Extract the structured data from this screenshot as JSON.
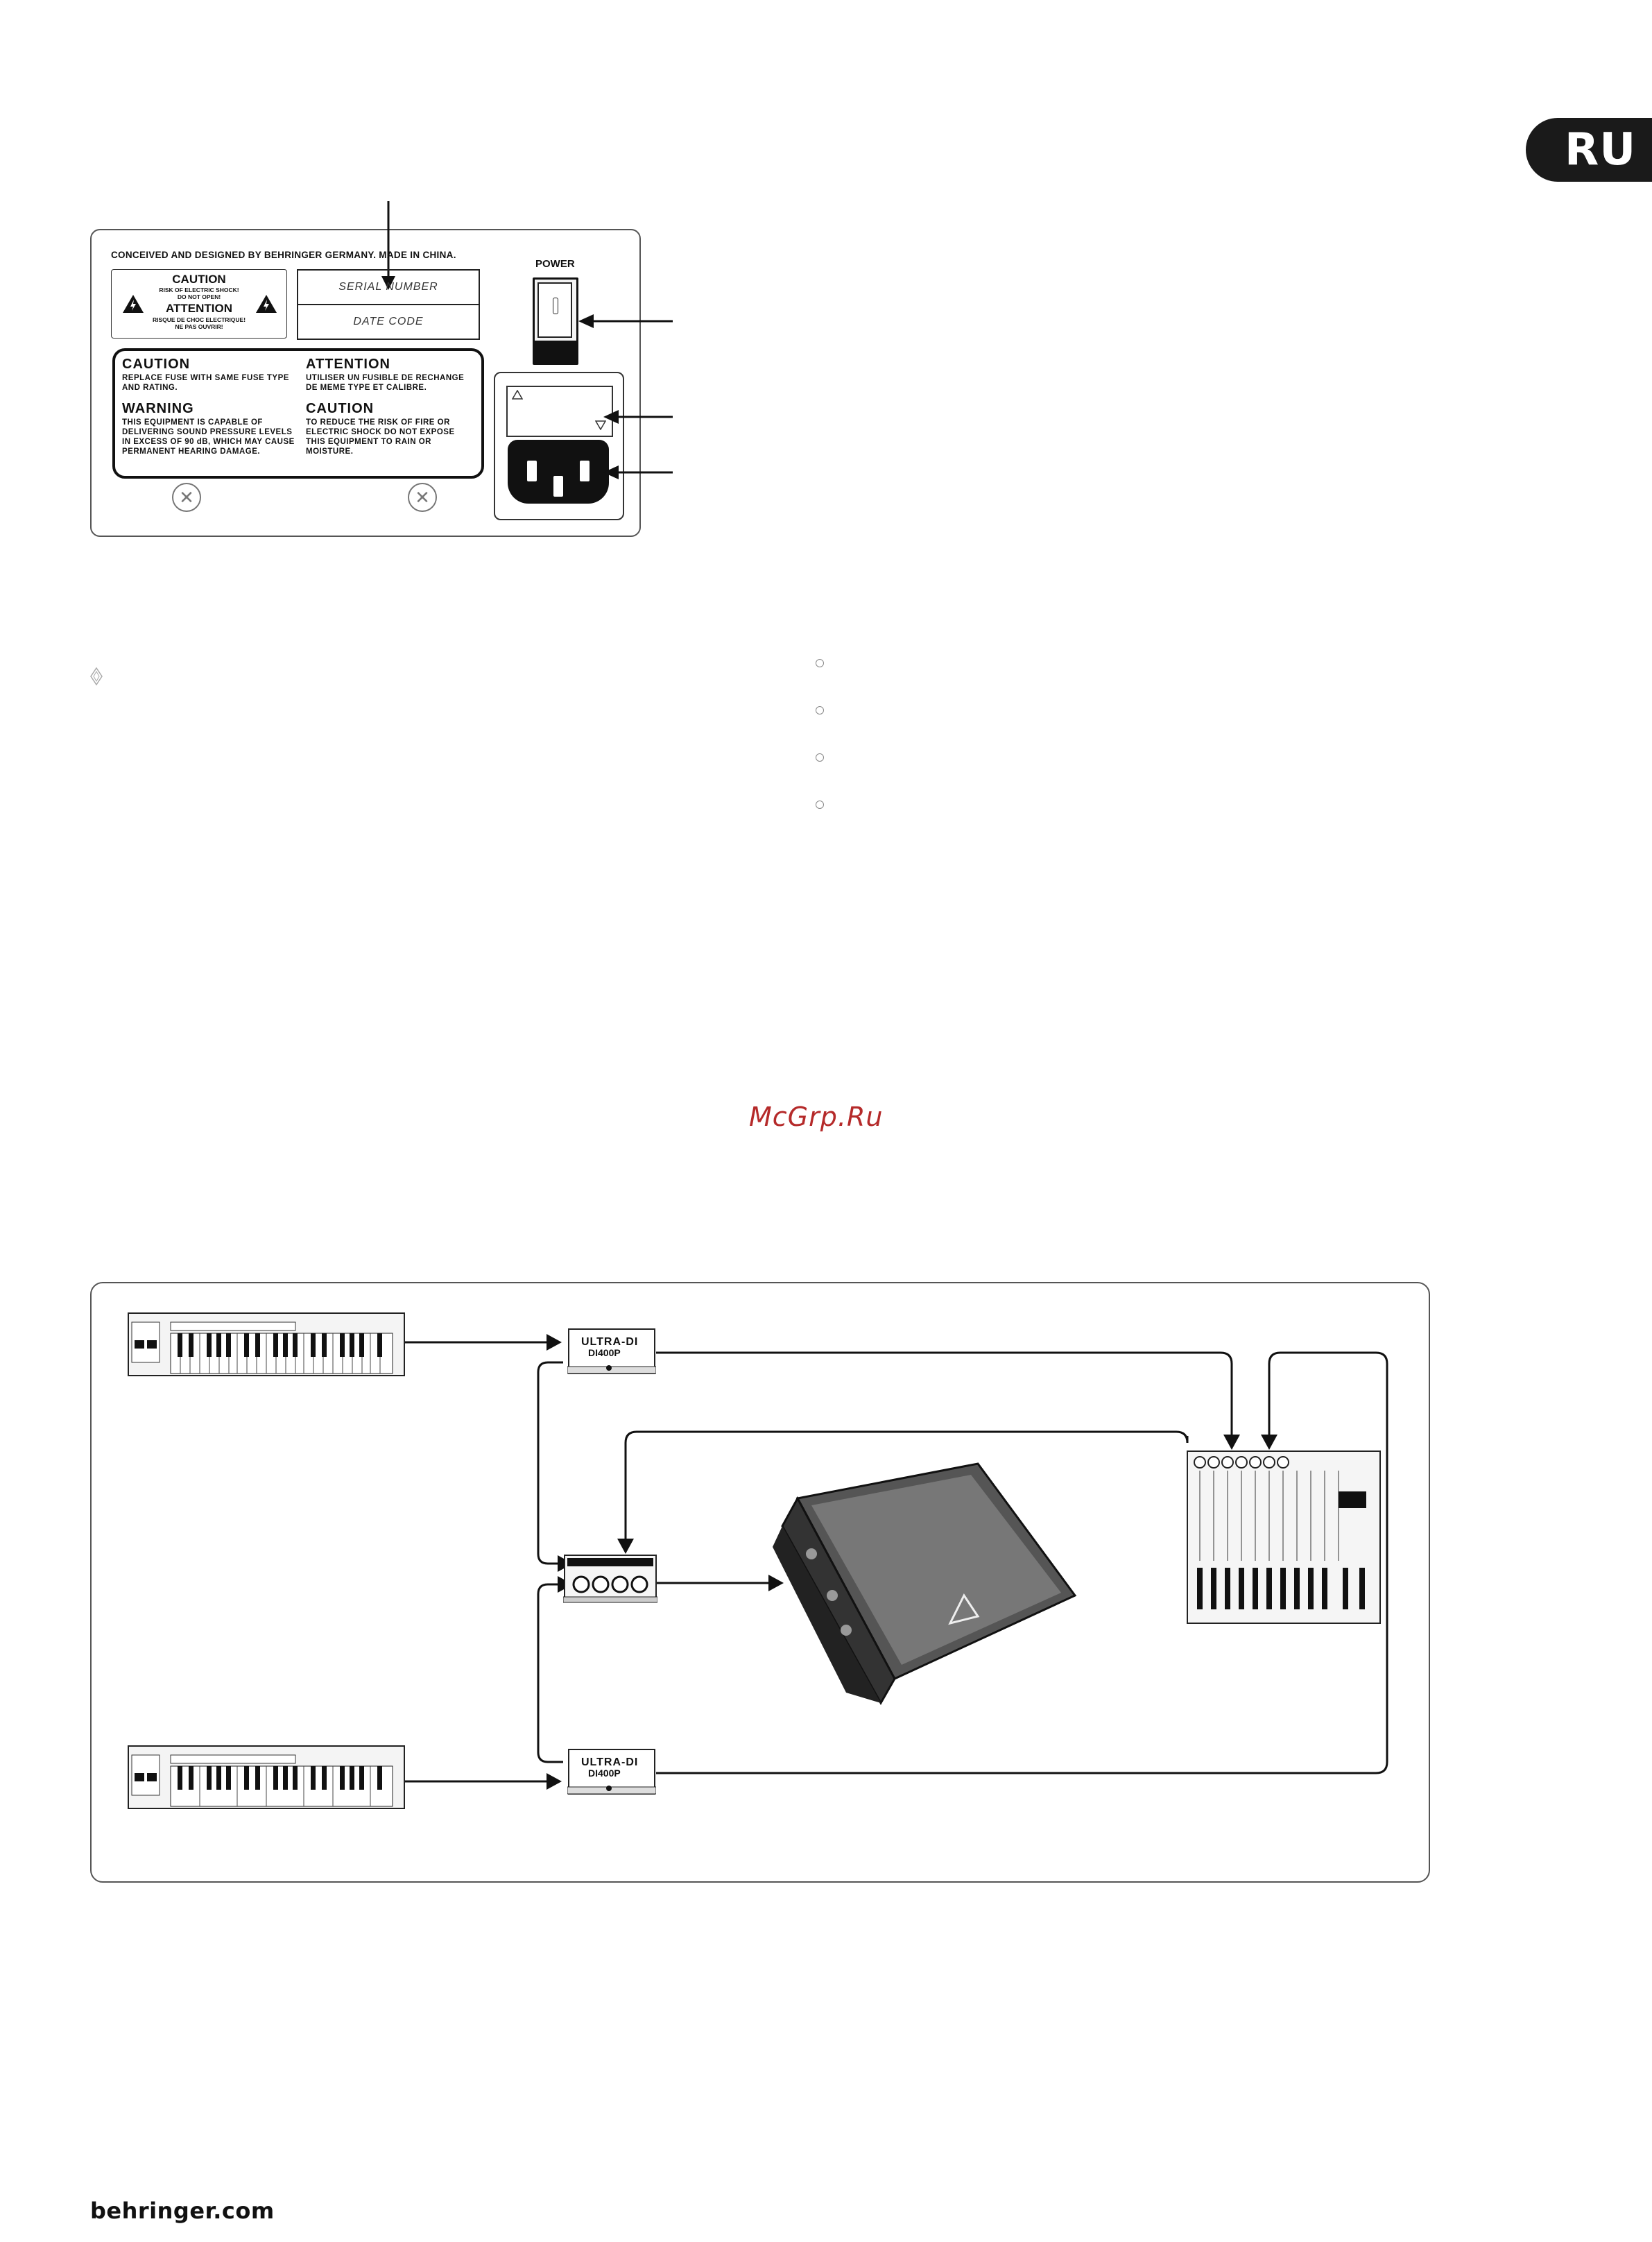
{
  "language_tab": "RU",
  "rear_panel": {
    "header_text": "CONCEIVED AND DESIGNED BY BEHRINGER GERMANY. MADE IN CHINA.",
    "power_label": "POWER",
    "serial_number": "SERIAL NUMBER",
    "date_code": "DATE CODE",
    "caution_small": {
      "title": "CAUTION",
      "line1": "RISK OF ELECTRIC SHOCK!",
      "line2": "DO NOT OPEN!",
      "title2": "ATTENTION",
      "line3": "RISQUE DE CHOC ELECTRIQUE!",
      "line4": "NE PAS OUVRIR!"
    },
    "warnings": {
      "caution_title": "CAUTION",
      "caution_text": "REPLACE FUSE WITH SAME FUSE TYPE AND RATING.",
      "attention_title": "ATTENTION",
      "attention_text": "UTILISER UN FUSIBLE DE RECHANGE DE MEME TYPE ET CALIBRE.",
      "warning_title": "WARNING",
      "warning_text": "THIS EQUIPMENT IS CAPABLE OF DELIVERING SOUND PRESSURE LEVELS IN EXCESS OF 90 dB, WHICH MAY CAUSE PERMANENT HEARING DAMAGE.",
      "caution2_title": "CAUTION",
      "caution2_text": "TO REDUCE THE RISK OF FIRE OR ELECTRIC SHOCK DO NOT EXPOSE THIS EQUIPMENT TO RAIN OR MOISTURE."
    }
  },
  "watermark": "McGrp.Ru",
  "diagram": {
    "di_box_label_line1": "ULTRA-DI",
    "di_box_label_line2": "DI400P"
  },
  "footer": {
    "logo": "behringer.com"
  }
}
